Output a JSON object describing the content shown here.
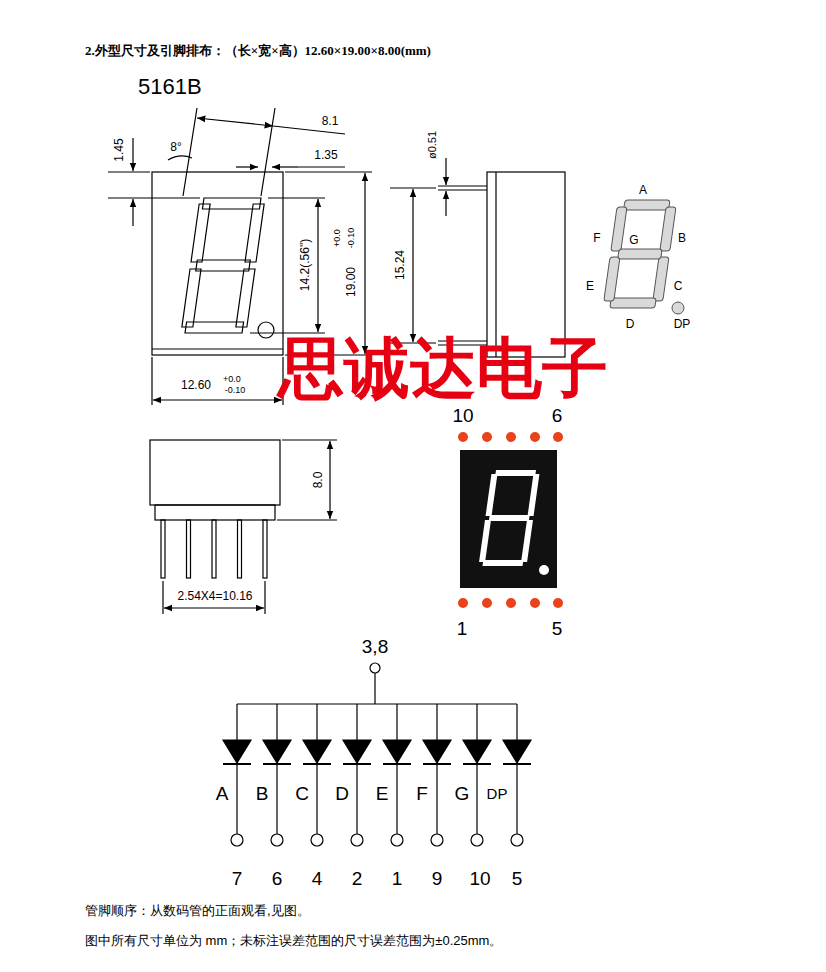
{
  "diagram": {
    "title": "2.外型尺寸及引脚排布：（长×宽×高）12.60×19.00×8.00(mm)",
    "labels": [
      "5161B",
      "8.1",
      "8°",
      "1.45",
      "1.35",
      "14.2(.56\")",
      "+0.0",
      "19.00",
      "-0.10",
      "12.60",
      "+0.0",
      "-0.10",
      "ø0.51",
      "15.24",
      "A",
      "F",
      "G",
      "B",
      "E",
      "C",
      "D",
      "DP",
      "思诚达电子",
      "10",
      "6",
      "8.0",
      "2.54X4=10.16",
      "1",
      "5",
      "3,8",
      "A",
      "B",
      "C",
      "D",
      "E",
      "F",
      "G",
      "DP",
      "7",
      "6",
      "4",
      "2",
      "1",
      "9",
      "10",
      "5",
      "管脚顺序：从数码管的正面观看,见图。",
      "图中所有尺寸单位为 mm；未标注误差范围的尺寸误差范围为±0.25mm。"
    ]
  }
}
